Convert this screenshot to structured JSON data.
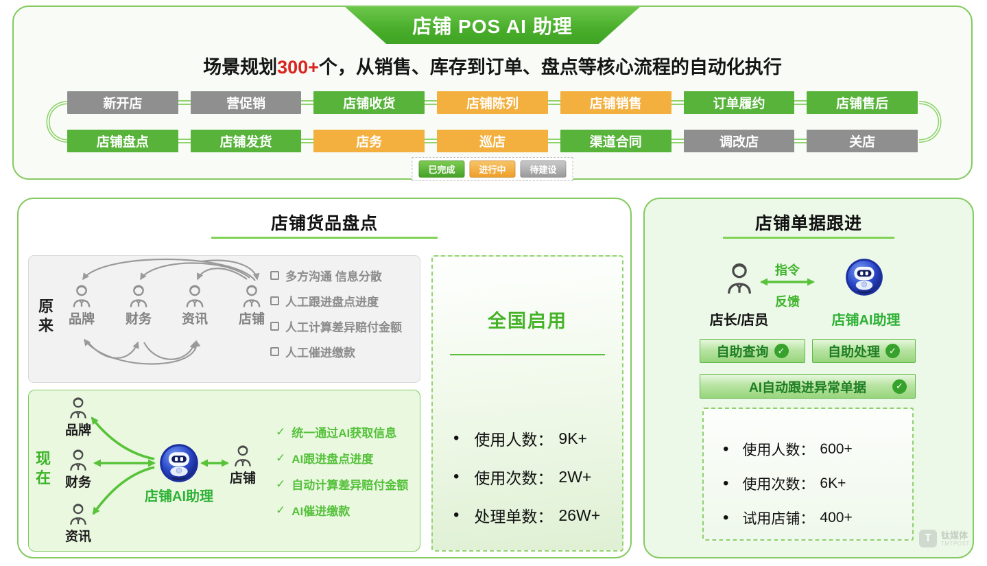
{
  "banner": {
    "title": "店铺 POS AI 助理"
  },
  "subtitle": {
    "prefix": "场景规划",
    "highlight": "300+",
    "suffix": "个，从销售、库存到订单、盘点等核心流程的自动化执行"
  },
  "process": {
    "row1": [
      {
        "label": "新开店",
        "status": "pending"
      },
      {
        "label": "营促销",
        "status": "pending"
      },
      {
        "label": "店铺收货",
        "status": "done"
      },
      {
        "label": "店铺陈列",
        "status": "progress"
      },
      {
        "label": "店铺销售",
        "status": "progress"
      },
      {
        "label": "订单履约",
        "status": "done"
      },
      {
        "label": "店铺售后",
        "status": "done"
      }
    ],
    "row2": [
      {
        "label": "店铺盘点",
        "status": "done"
      },
      {
        "label": "店铺发货",
        "status": "done"
      },
      {
        "label": "店务",
        "status": "progress"
      },
      {
        "label": "巡店",
        "status": "progress"
      },
      {
        "label": "渠道合同",
        "status": "done"
      },
      {
        "label": "调改店",
        "status": "pending"
      },
      {
        "label": "关店",
        "status": "pending"
      }
    ]
  },
  "legend": {
    "items": [
      {
        "label": "已完成",
        "status": "done"
      },
      {
        "label": "进行中",
        "status": "progress"
      },
      {
        "label": "待建设",
        "status": "pending"
      }
    ]
  },
  "left_panel": {
    "title": "店铺货品盘点",
    "before": {
      "label": "原来",
      "people": [
        "品牌",
        "财务",
        "资讯",
        "店铺"
      ],
      "issues": [
        "多方沟通 信息分散",
        "人工跟进盘点进度",
        "人工计算差异赔付金额",
        "人工催进缴款"
      ]
    },
    "now": {
      "label": "现在",
      "people": [
        "品牌",
        "财务",
        "资讯"
      ],
      "ai_label": "店铺AI助理",
      "shop_label": "店铺",
      "benefits": [
        "统一通过AI获取信息",
        "AI跟进盘点进度",
        "自动计算差异赔付金额",
        "AI催进缴款"
      ]
    },
    "rollout": {
      "headline": "全国启用",
      "stats": [
        {
          "label": "使用人数：",
          "value": "9K+"
        },
        {
          "label": "使用次数：",
          "value": "2W+"
        },
        {
          "label": "处理单数：",
          "value": "26W+"
        }
      ]
    }
  },
  "right_panel": {
    "title": "店铺单据跟进",
    "person_label": "店长/店员",
    "ai_label": "店铺AI助理",
    "arrow_top": "指令",
    "arrow_bottom": "反馈",
    "buttons": [
      "自助查询",
      "自助处理"
    ],
    "wide_button": "AI自动跟进异常单据",
    "stats": [
      {
        "label": "使用人数：",
        "value": "600+"
      },
      {
        "label": "使用次数：",
        "value": "6K+"
      },
      {
        "label": "试用店铺：",
        "value": "400+"
      }
    ]
  },
  "watermark": {
    "logo": "T",
    "name": "钛媒体",
    "sub": "TMTPOST"
  },
  "colors": {
    "done": "#57b33a",
    "progress": "#f3b03e",
    "pending": "#8f8f8f",
    "accent": "#45b228",
    "highlight_red": "#d9241f"
  }
}
